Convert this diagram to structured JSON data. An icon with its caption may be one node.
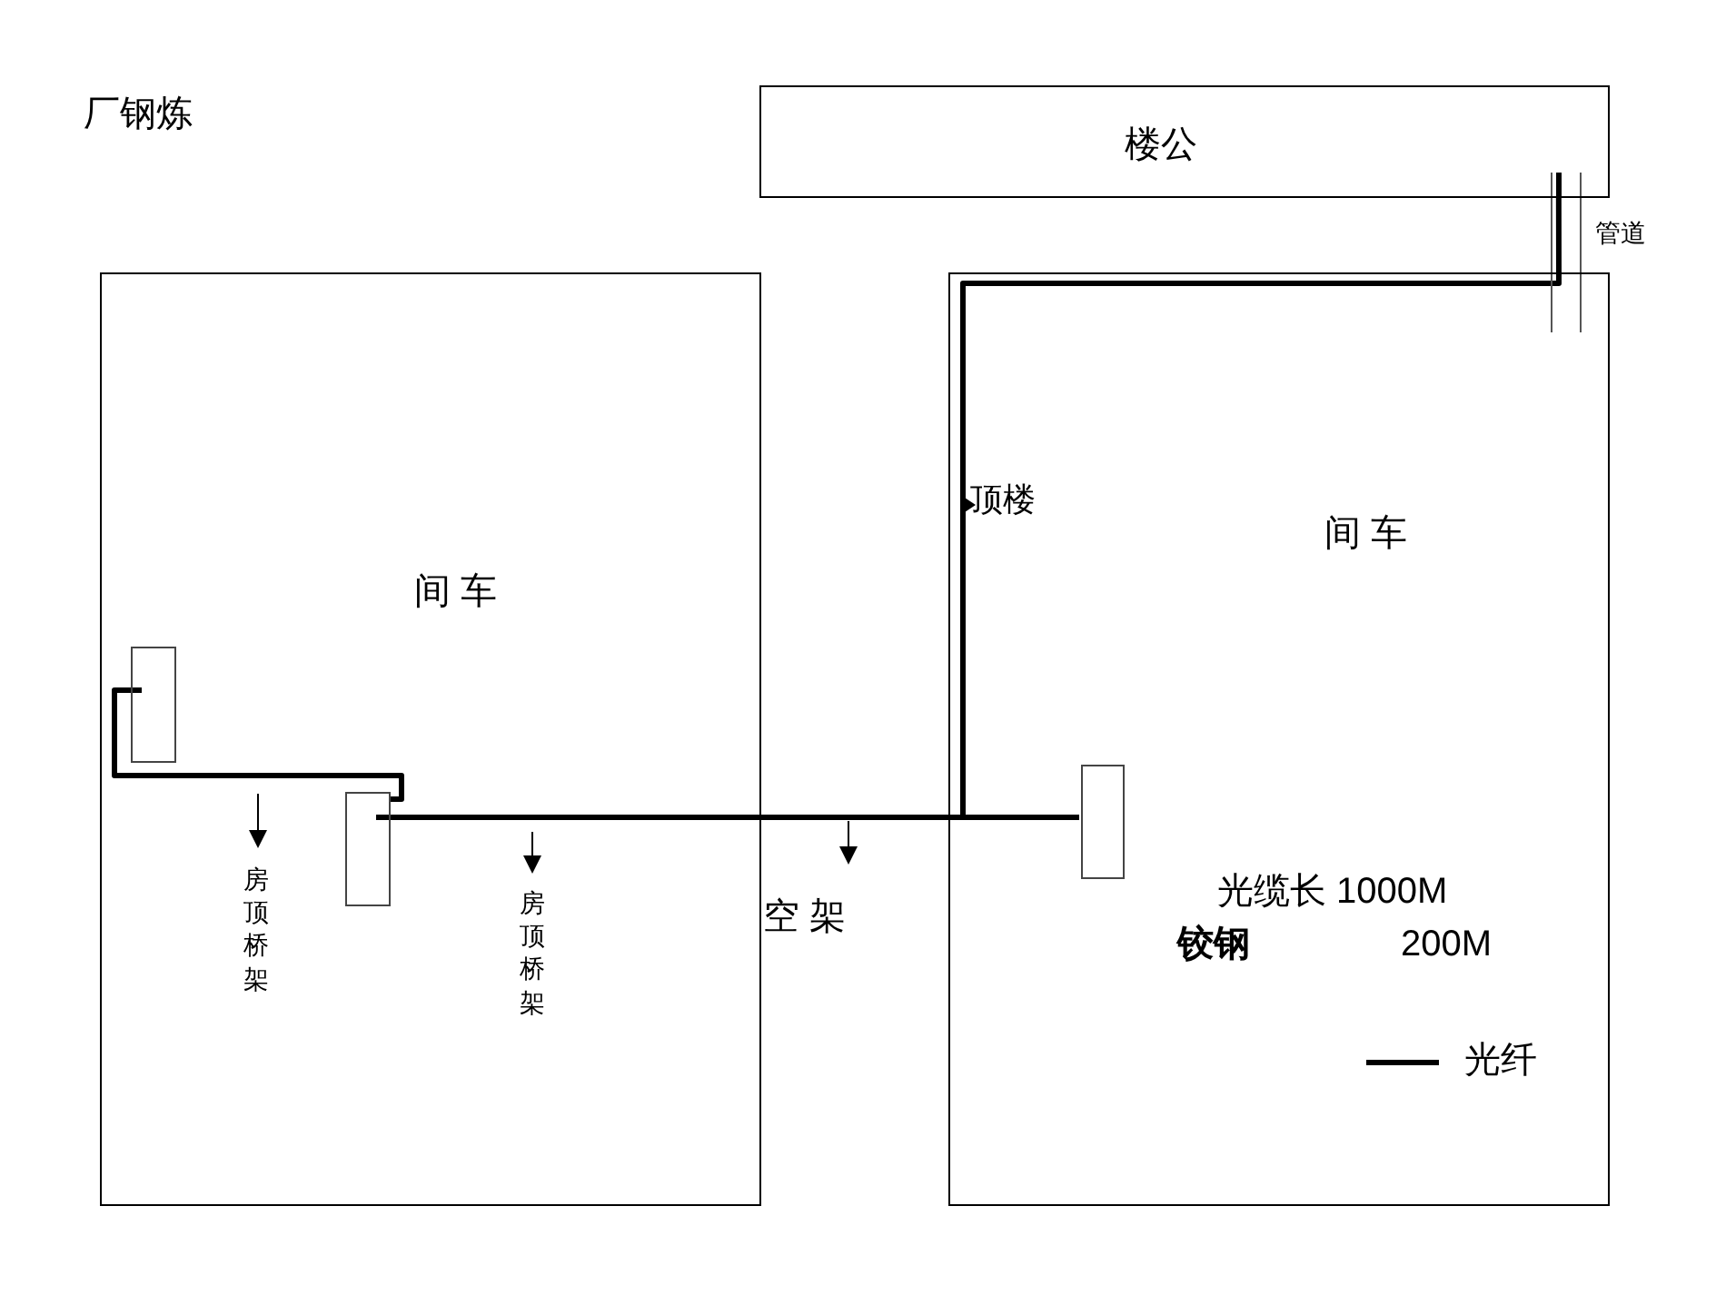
{
  "diagram": {
    "nodes": [
      {
        "text": [
          "楼公"
        ]
      },
      {
        "text": [
          "间 车"
        ]
      },
      {
        "text": [
          "间 车"
        ]
      },
      {
        "text": [],
        "shape": "box",
        "in": 1
      },
      {
        "text": [],
        "shape": "box",
        "in": 1
      },
      {
        "text": [],
        "shape": "box",
        "in": 2
      }
    ],
    "edges": [
      {
        "from": 0,
        "to": 5,
        "arrow": "none"
      },
      {
        "from": 4,
        "to": 5,
        "arrow": "none"
      },
      {
        "from": 3,
        "to": 4,
        "arrow": "none"
      }
    ],
    "labels": [
      "厂钢炼",
      "管道",
      "顶楼",
      "房顶桥架",
      "房顶桥架",
      "空 架",
      "光缆长 1000M",
      "铰钢",
      "200M"
    ],
    "legend": [
      {
        "text": "光纤"
      }
    ]
  }
}
